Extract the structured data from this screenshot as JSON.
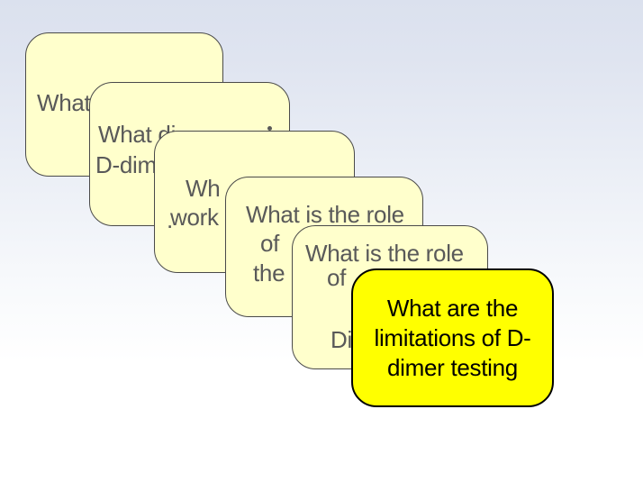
{
  "slide": {
    "background_top_color": "#dbe1ee",
    "background_bottom_color": "#ffffff"
  },
  "cards": [
    {
      "name": "question-card-1",
      "fill": "#ffffcc",
      "border_color": "#4a4a4a",
      "text_color": "#595959",
      "lines": [
        "What"
      ]
    },
    {
      "name": "question-card-2",
      "fill": "#ffffcc",
      "border_color": "#4a4a4a",
      "text_color": "#595959",
      "lines": [
        "What di",
        "D-dim"
      ]
    },
    {
      "name": "question-card-3",
      "fill": "#ffffcc",
      "border_color": "#4a4a4a",
      "text_color": "#595959",
      "lines": [
        "Wh",
        "work",
        "."
      ]
    },
    {
      "name": "question-card-4",
      "fill": "#ffffcc",
      "border_color": "#4a4a4a",
      "text_color": "#595959",
      "lines": [
        "What is the role",
        "of",
        "the"
      ]
    },
    {
      "name": "question-card-5",
      "fill": "#ffffcc",
      "border_color": "#4a4a4a",
      "text_color": "#595959",
      "lines": [
        "What is the role",
        "of",
        "Di"
      ]
    },
    {
      "name": "front-question-card",
      "fill": "#ffff00",
      "border_color": "#000000",
      "text_color": "#000000",
      "lines": [
        "What are the",
        "limitations of D-",
        "dimer testing"
      ]
    }
  ]
}
